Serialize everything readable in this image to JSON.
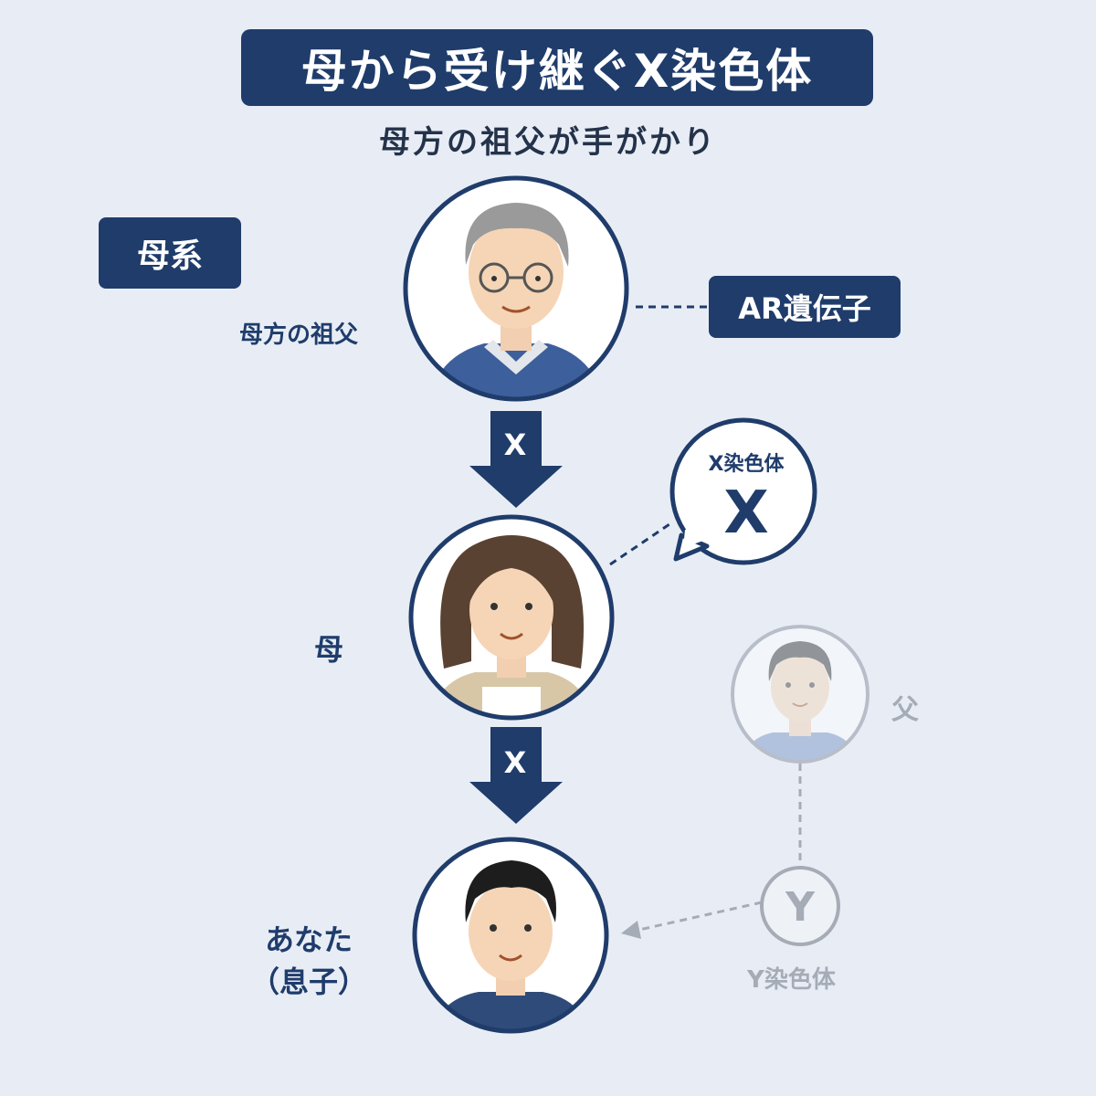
{
  "title": "母から受け継ぐX染色体",
  "subtitle": "母方の祖父が手がかり",
  "tags": {
    "matrilineal": "母系",
    "ar_gene": "AR遺伝子"
  },
  "people": {
    "grandfather": "母方の祖父",
    "mother": "母",
    "you_line1": "あなた",
    "you_line2": "（息子）",
    "father": "父"
  },
  "arrows": {
    "first": "X",
    "second": "X"
  },
  "bubble": {
    "label": "X染色体",
    "letter": "X"
  },
  "y_chromosome": {
    "letter": "Y",
    "label": "Y染色体"
  },
  "colors": {
    "navy": "#1f3c6b",
    "background": "#e8edf5",
    "faded": "#a6acb6"
  }
}
